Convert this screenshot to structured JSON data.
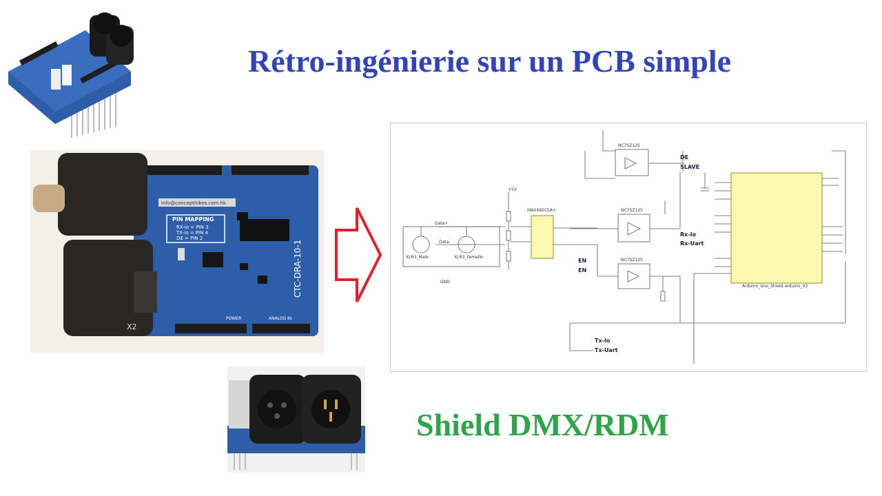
{
  "title": "Rétro-ingénierie sur un PCB simple",
  "subtitle": "Shield DMX/RDM",
  "board": {
    "website": "info@concepthikes.com.hk",
    "pin_mapping_title": "PIN MAPPING",
    "pin_rows": [
      "RX-io = PIN 3",
      "TX-io = PIN 4",
      "DE = PIN 2"
    ],
    "board_name": "CTC-DRA-10-1",
    "connector_label": "X2",
    "analog_label": "ANALOG IN",
    "power_label": "POWER"
  },
  "schematic": {
    "labels_bold": [
      "DE",
      "SLAVE",
      "Rx-Io",
      "Rx-Uart",
      "EN",
      "EN",
      "Tx-Io",
      "Tx-Uart"
    ],
    "chip_u1": "NC7SZ125",
    "chip_u2": "NC7SZ125",
    "chip_u4": "NC7SZ125",
    "driver": "MAX485CSA+",
    "arduino": "Arduino_Uno_Shield-arduino_V2",
    "data_plus": "Data+",
    "data_minus": "Data-",
    "xlr_male": "XLR3_Male",
    "xlr_female": "XLR3_Femelle",
    "gnd": "GND",
    "vcc": "+5V"
  },
  "colors": {
    "title": "#3244b8",
    "subtitle": "#2ea548",
    "pcb_blue": "#2f5ea8",
    "arrow_red": "#e0202a",
    "ic_yellow": "#fff8b0"
  }
}
